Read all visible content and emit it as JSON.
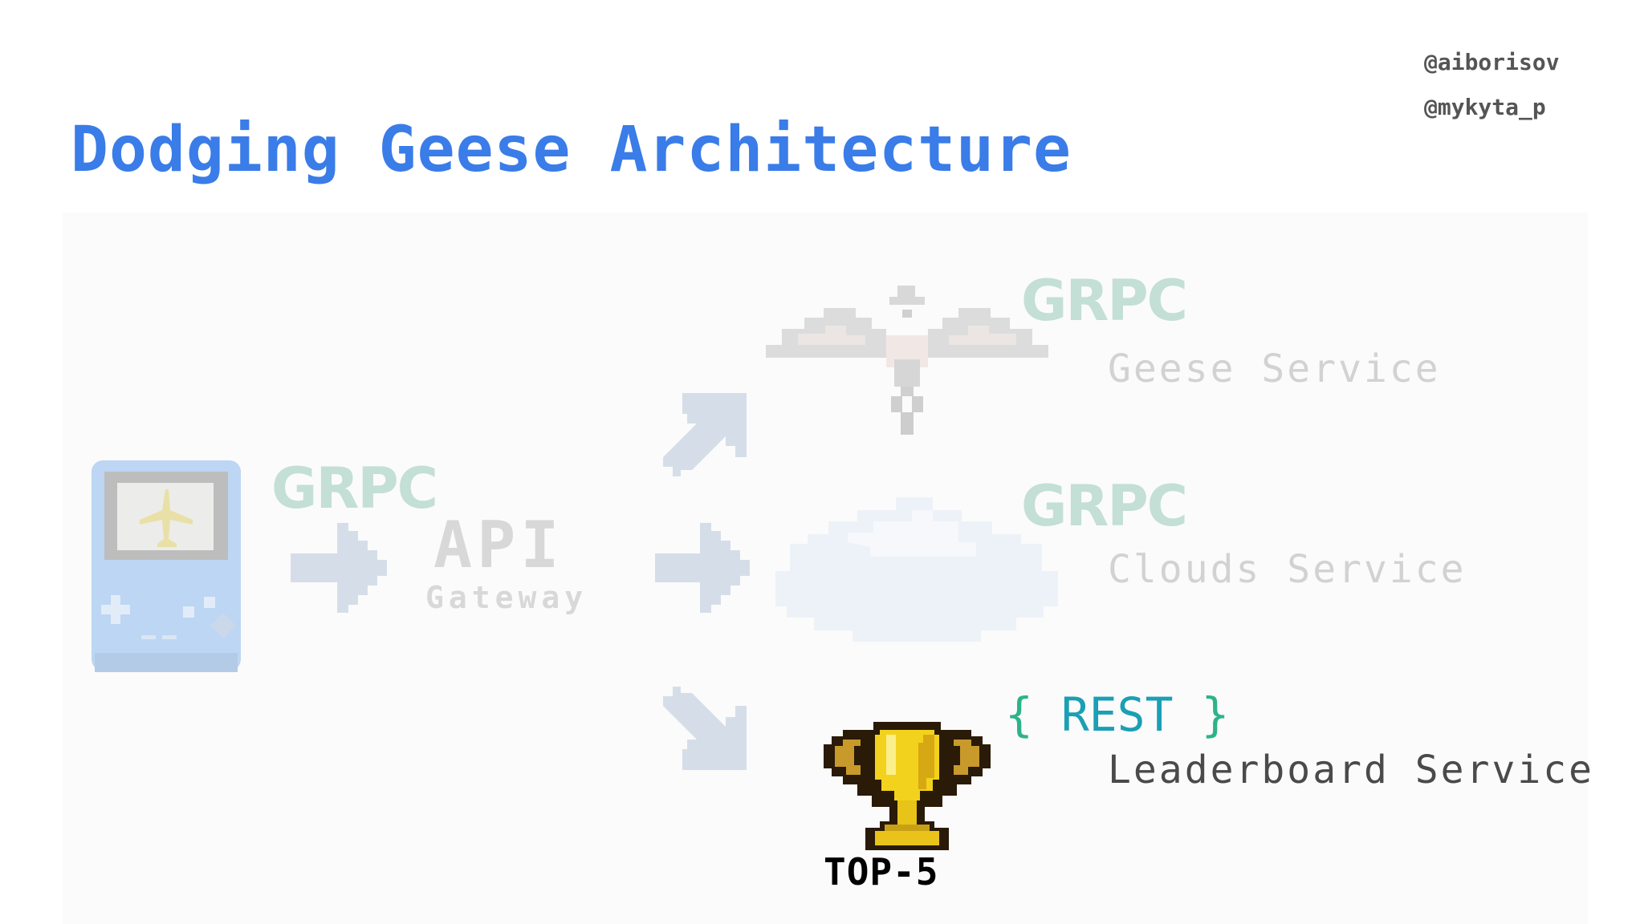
{
  "handles": [
    "@aiborisov",
    "@mykyta_p"
  ],
  "title": "Dodging Geese Architecture",
  "api_gateway": {
    "label": "API",
    "sublabel": "Gateway"
  },
  "protocols": {
    "geese": "GRPC",
    "clouds": "GRPC",
    "client": "GRPC",
    "leaderboard": {
      "open": "{",
      "text": "REST",
      "close": "}"
    }
  },
  "services": {
    "geese": "Geese Service",
    "clouds": "Clouds Service",
    "leaderboard": "Leaderboard Service"
  },
  "trophy_label": "TOP-5",
  "colors": {
    "title": "#3a7ce8",
    "grpc_faded": "#c3dfd6",
    "service_faded": "#d2d2d2",
    "service_active": "#4a4a4a",
    "rest_text": "#1b9fb5",
    "arrow": "#d5dee8",
    "trophy_gold": "#f2d21c"
  },
  "icons": [
    "gameboy-icon",
    "arrow-right-icon",
    "arrow-up-right-icon",
    "arrow-down-right-icon",
    "goose-icon",
    "cloud-icon",
    "trophy-icon"
  ]
}
